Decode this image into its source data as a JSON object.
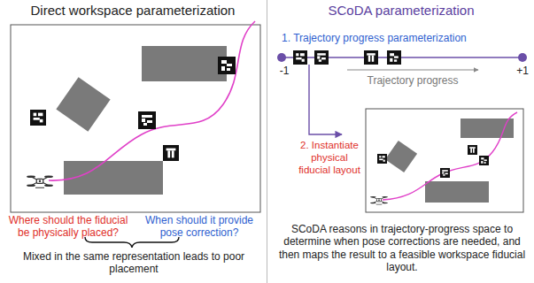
{
  "diagram": {
    "labels": [
      "Direct workspace parameterization",
      "SCoDA parameterization",
      "Where should the fiducial be physically placed?",
      "When should it provide pose correction?",
      "Mixed in the same representation leads to poor placement",
      "1. Trajectory progress parameterization",
      "-1",
      "+1",
      "Trajectory progress",
      "2. Instantiate physical fiducial layout",
      "SCoDA reasons in trajectory-progress space to determine when pose corrections are needed, and then maps the result to a feasible workspace fiducial layout."
    ]
  }
}
